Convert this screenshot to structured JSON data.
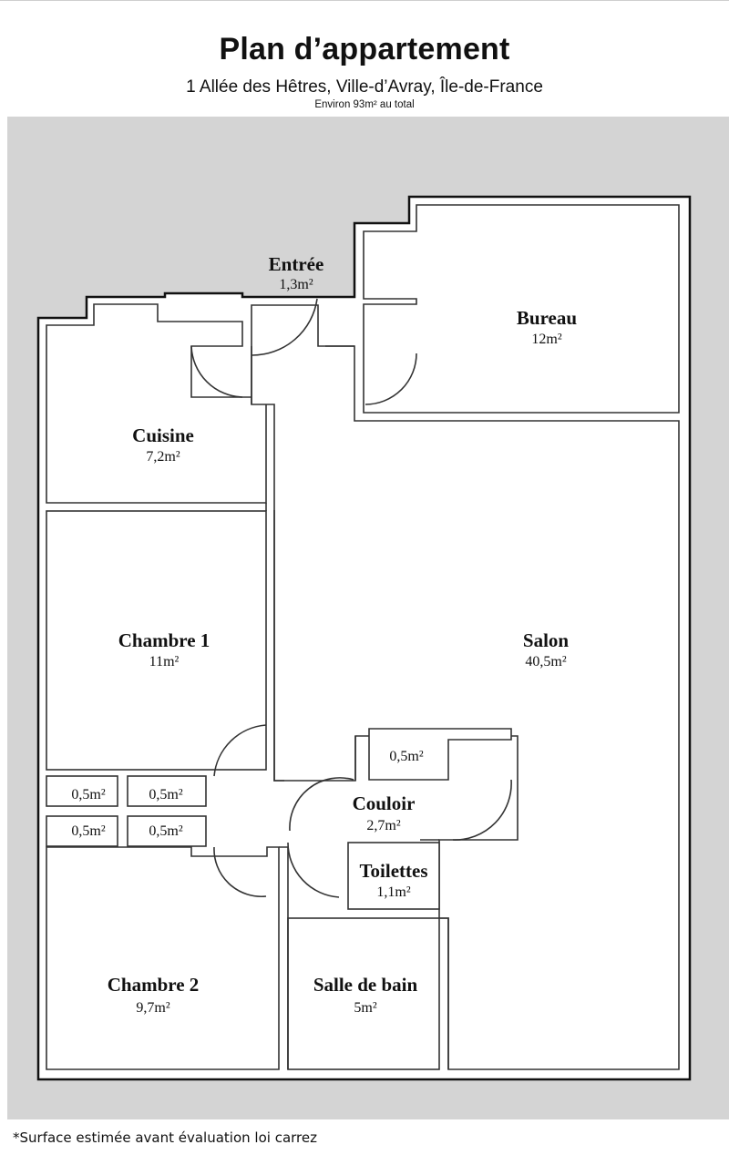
{
  "header": {
    "title": "Plan d’appartement",
    "address": "1 Allée des Hêtres, Ville-d’Avray, Île-de-France",
    "total_area": "Environ 93m² au total"
  },
  "rooms": {
    "entree": {
      "name": "Entrée",
      "area": "1,3m²"
    },
    "bureau": {
      "name": "Bureau",
      "area": "12m²"
    },
    "cuisine": {
      "name": "Cuisine",
      "area": "7,2m²"
    },
    "chambre1": {
      "name": "Chambre 1",
      "area": "11m²"
    },
    "salon": {
      "name": "Salon",
      "area": "40,5m²"
    },
    "placard_couloir": {
      "area": "0,5m²"
    },
    "placard_1": {
      "area": "0,5m²"
    },
    "placard_2": {
      "area": "0,5m²"
    },
    "placard_3": {
      "area": "0,5m²"
    },
    "placard_4": {
      "area": "0,5m²"
    },
    "couloir": {
      "name": "Couloir",
      "area": "2,7m²"
    },
    "toilettes": {
      "name": "Toilettes",
      "area": "1,1m²"
    },
    "chambre2": {
      "name": "Chambre 2",
      "area": "9,7m²"
    },
    "salle_de_bain": {
      "name": "Salle de bain",
      "area": "5m²"
    }
  },
  "footer": {
    "note": "*Surface estimée avant évaluation loi carrez"
  }
}
